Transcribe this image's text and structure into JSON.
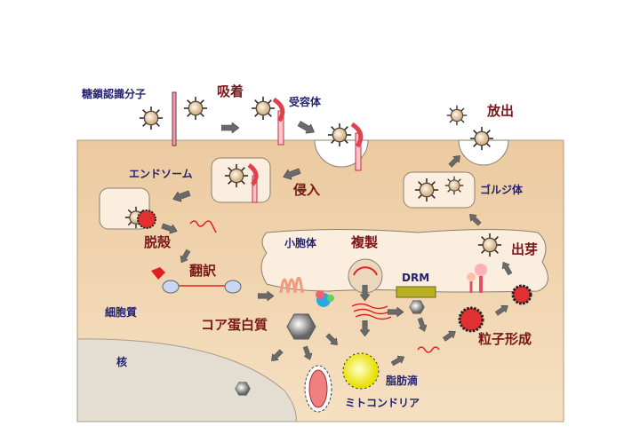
{
  "labels": {
    "glycan_receptor": "糖鎖認識分子",
    "attachment": "吸着",
    "receptor": "受容体",
    "release": "放出",
    "endosome": "エンドソーム",
    "entry": "侵入",
    "golgi": "ゴルジ体",
    "uncoating": "脱殻",
    "er": "小胞体",
    "replication": "複製",
    "budding": "出芽",
    "translation": "翻訳",
    "drm": "DRM",
    "cytoplasm": "細胞質",
    "core_protein": "コア蛋白質",
    "particle_formation": "粒子形成",
    "nucleus": "核",
    "lipid_droplet": "脂肪滴",
    "mitochondria": "ミトコンドリア"
  },
  "colors": {
    "cell": "#efd0a3",
    "process_label": "#7a1616",
    "structure_label": "#23236e",
    "arrow": "#6a6a6a"
  }
}
